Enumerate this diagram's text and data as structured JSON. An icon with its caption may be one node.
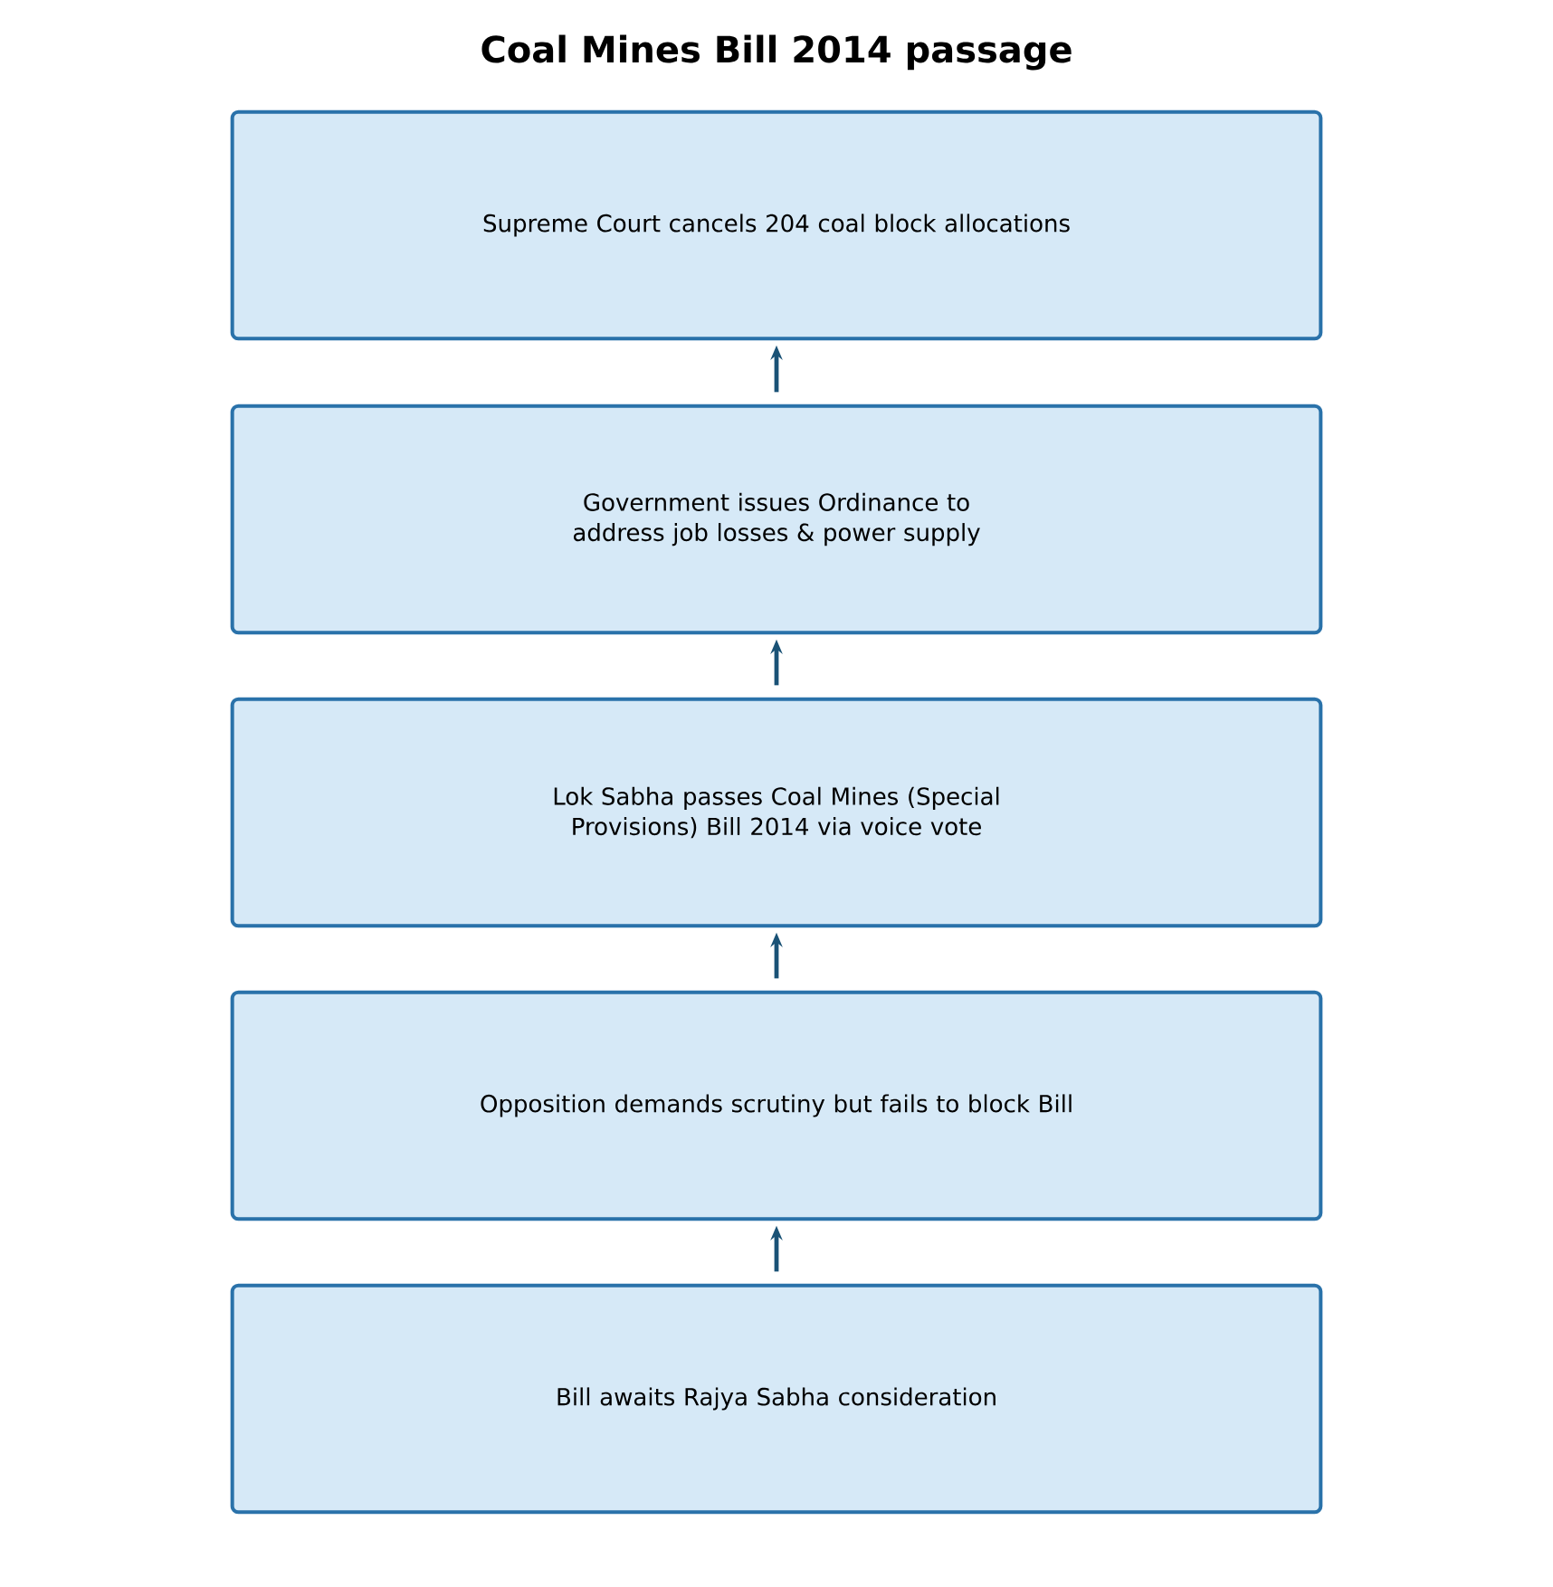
{
  "diagram": {
    "title": "Coal Mines Bill 2014 passage",
    "nodes": [
      {
        "text": [
          "Supreme Court cancels 204 coal block allocations"
        ]
      },
      {
        "text": [
          "Government issues Ordinance to address job losses & power supply"
        ]
      },
      {
        "text": [
          "Lok Sabha passes Coal Mines (Special Provisions) Bill 2014 via voice vote"
        ]
      },
      {
        "text": [
          "Opposition demands scrutiny but fails to block Bill"
        ]
      },
      {
        "text": [
          "Bill awaits Rajya Sabha consideration"
        ]
      }
    ],
    "edges": [
      {
        "from": 1,
        "to": 0,
        "arrow": "to"
      },
      {
        "from": 2,
        "to": 1,
        "arrow": "to"
      },
      {
        "from": 3,
        "to": 2,
        "arrow": "to"
      },
      {
        "from": 4,
        "to": 3,
        "arrow": "to"
      }
    ]
  }
}
